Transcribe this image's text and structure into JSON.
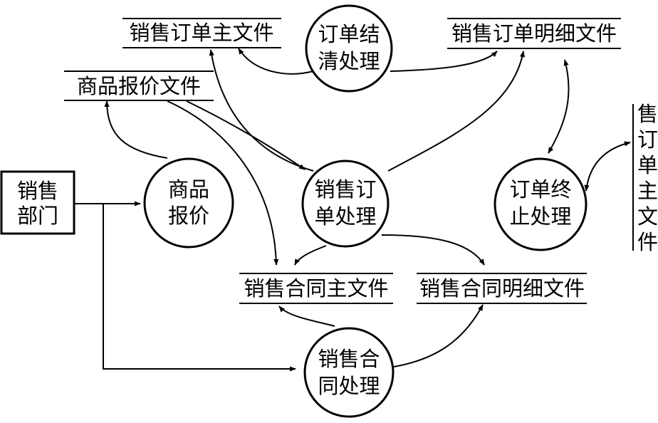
{
  "diagram": {
    "processes": [
      {
        "id": "p-settle",
        "lines": [
          "订单结",
          "清处理"
        ]
      },
      {
        "id": "p-quote",
        "lines": [
          "商品",
          "报价"
        ]
      },
      {
        "id": "p-order",
        "lines": [
          "销售订",
          "单处理"
        ]
      },
      {
        "id": "p-terminate",
        "lines": [
          "订单终",
          "止处理"
        ]
      },
      {
        "id": "p-contract",
        "lines": [
          "销售合",
          "同处理"
        ]
      }
    ],
    "external_entities": [
      {
        "id": "e-sales-dept",
        "lines": [
          "销售",
          "部门"
        ]
      }
    ],
    "data_stores": [
      {
        "id": "s-order-main",
        "label": "销售订单主文件"
      },
      {
        "id": "s-order-detail",
        "label": "销售订单明细文件"
      },
      {
        "id": "s-price",
        "label": "商品报价文件"
      },
      {
        "id": "s-contract-main",
        "label": "销售合同主文件"
      },
      {
        "id": "s-contract-detail",
        "label": "销售合同明细文件"
      },
      {
        "id": "s-order-main-2",
        "label": "售订单主文件"
      }
    ],
    "colors": {
      "stroke": "#000000",
      "background": "#ffffff"
    }
  }
}
